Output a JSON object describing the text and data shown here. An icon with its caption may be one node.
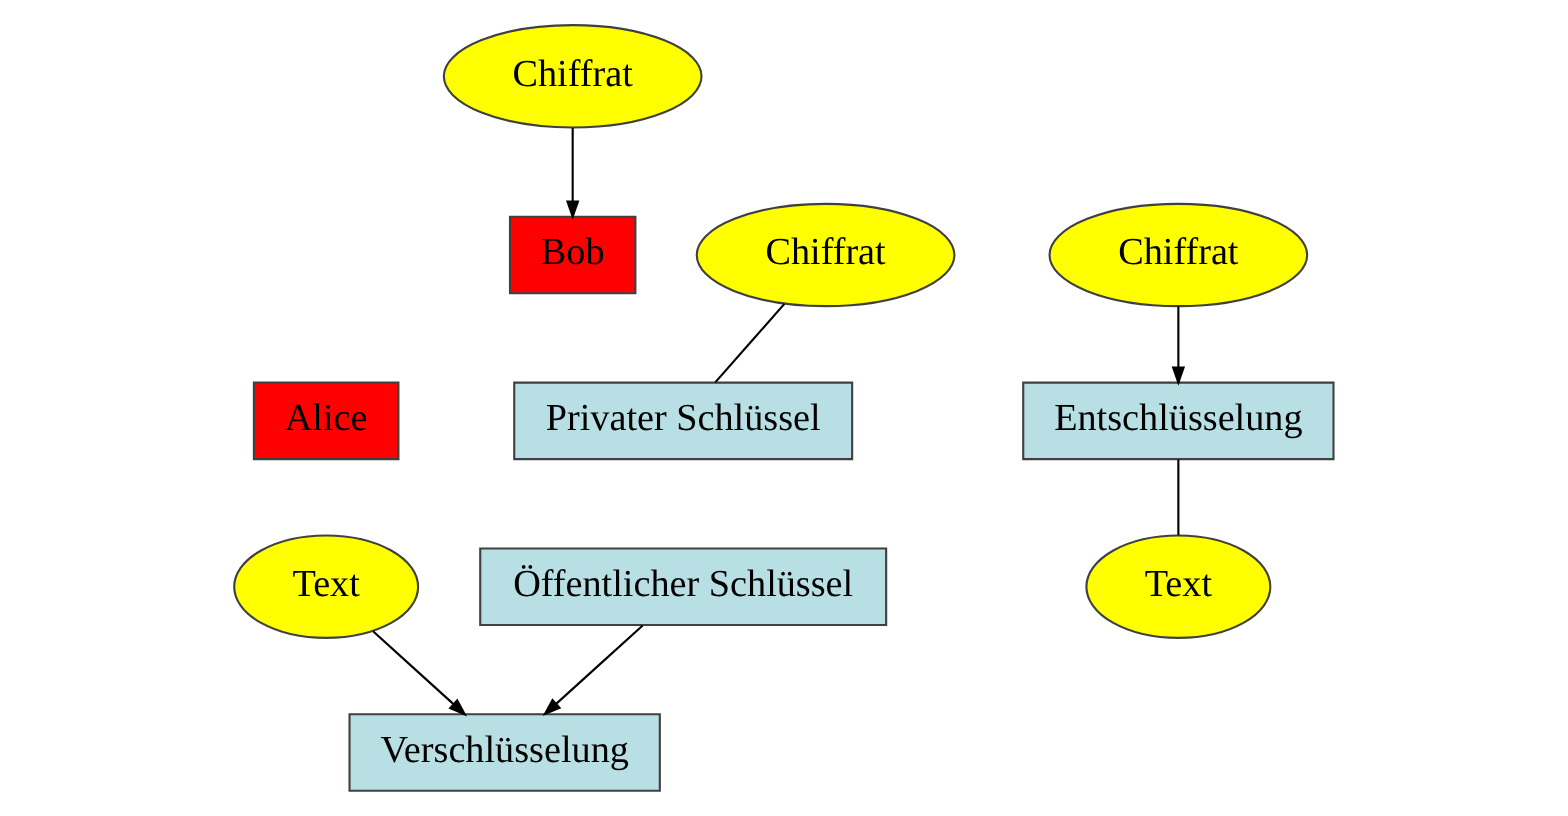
{
  "diagram": {
    "nodes": [
      {
        "text": [
          "Alice"
        ]
      },
      {
        "text": [
          "Text"
        ]
      },
      {
        "text": [
          "Verschlüsselung"
        ]
      },
      {
        "text": [
          "Chiffrat"
        ]
      },
      {
        "text": [
          "Bob"
        ]
      },
      {
        "text": [
          "Text"
        ]
      },
      {
        "text": [
          "Entschlüsselung"
        ]
      },
      {
        "text": [
          "Chiffrat"
        ]
      },
      {
        "text": [
          "Chiffrat"
        ]
      },
      {
        "text": [
          "Privater Schlüssel"
        ]
      },
      {
        "text": [
          "Öffentlicher Schlüssel"
        ]
      }
    ],
    "edges": [
      {
        "from": 1,
        "to": 2,
        "arrow": "to"
      },
      {
        "from": 3,
        "to": 4,
        "arrow": "to"
      },
      {
        "from": 10,
        "to": 2,
        "arrow": "to"
      },
      {
        "from": 6,
        "to": 5,
        "arrow": "none"
      },
      {
        "from": 8,
        "to": 6,
        "arrow": "to"
      },
      {
        "from": 7,
        "to": 9,
        "arrow": "none"
      }
    ]
  }
}
